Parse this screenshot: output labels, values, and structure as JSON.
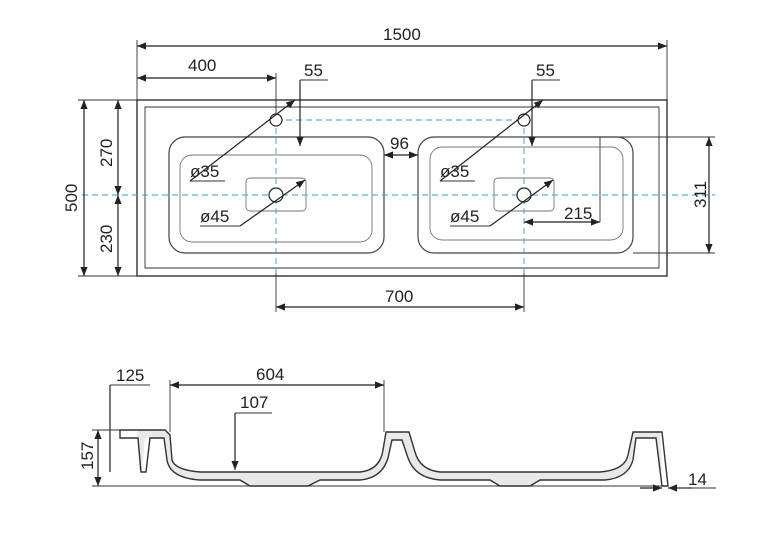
{
  "top_view": {
    "dimensions": {
      "overall_width": "1500",
      "edge_to_tap_hole": "400",
      "tap_offset_left": "55",
      "tap_offset_right": "55",
      "overall_depth": "500",
      "depth_back": "270",
      "depth_front": "230",
      "basin_gap": "96",
      "tap_hole_left": "ø35",
      "tap_hole_right": "ø35",
      "drain_left": "ø45",
      "drain_right": "ø45",
      "basin_depth_dim": "311",
      "basin_half_width": "215",
      "tap_spacing": "700"
    }
  },
  "side_view": {
    "dimensions": {
      "edge_offset": "125",
      "basin_width": "604",
      "bowl_depth": "107",
      "total_height": "157",
      "wall_thickness": "14"
    }
  },
  "colors": {
    "line": "#222222",
    "centerline": "#2aa3d6"
  }
}
